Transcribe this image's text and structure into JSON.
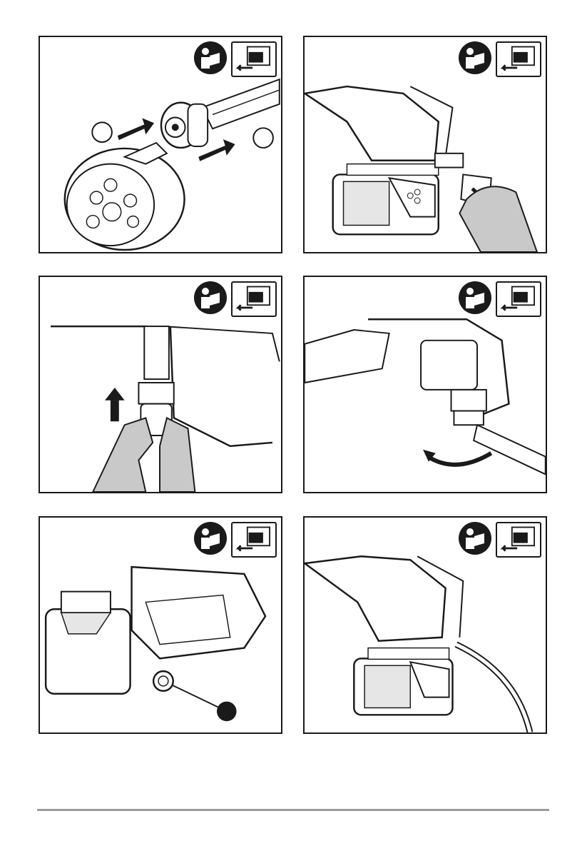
{
  "document": {
    "panels": [
      {
        "id": "p1",
        "icons": [
          "read-manual-icon",
          "remove-battery-icon"
        ]
      },
      {
        "id": "p2",
        "icons": [
          "read-manual-icon",
          "remove-battery-icon"
        ]
      },
      {
        "id": "p3",
        "icons": [
          "read-manual-icon",
          "remove-battery-icon"
        ]
      },
      {
        "id": "p4",
        "icons": [
          "read-manual-icon",
          "remove-battery-icon"
        ]
      },
      {
        "id": "p5",
        "icons": [
          "read-manual-icon",
          "remove-battery-icon"
        ]
      },
      {
        "id": "p6",
        "icons": [
          "read-manual-icon",
          "remove-battery-icon"
        ]
      }
    ],
    "colors": {
      "line": "#1a1a1a",
      "hand": "#c9c9c9",
      "rule": "#9b9b9b"
    }
  }
}
